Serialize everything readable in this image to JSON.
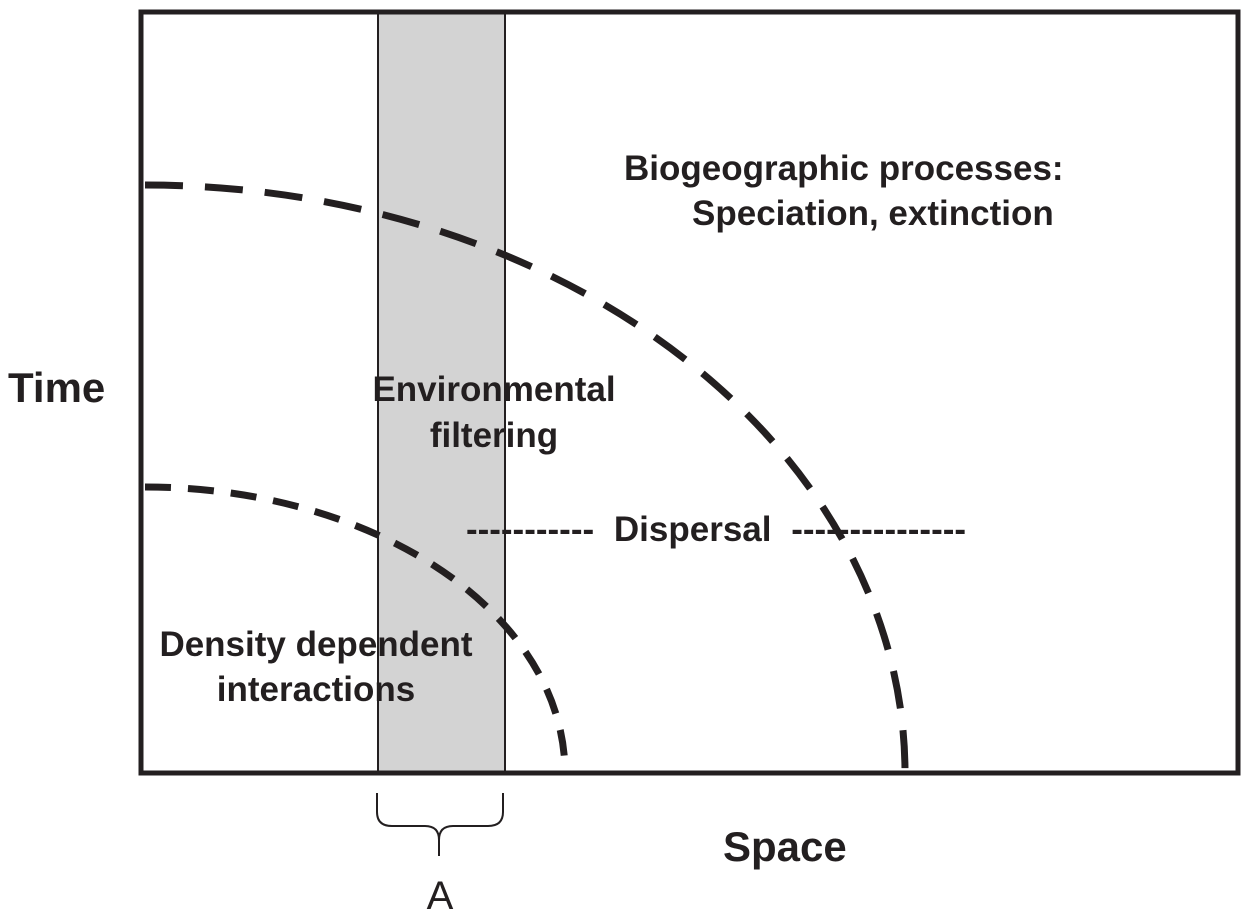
{
  "diagram": {
    "axes": {
      "y_label": "Time",
      "x_label": "Space"
    },
    "band": {
      "label_line1": "Environmental",
      "label_line2": "filtering",
      "fill_color": "#d3d3d3"
    },
    "brace_label": "A",
    "regions": {
      "outer_line1": "Biogeographic processes:",
      "outer_line2": "Speciation, extinction",
      "inner_line1": "Density dependent",
      "inner_line2": "interactions"
    },
    "dispersal": {
      "left_dashes": "-----------",
      "label": "Dispersal",
      "right_dashes": "---------------"
    },
    "colors": {
      "ink": "#231f20",
      "background": "#ffffff"
    }
  }
}
